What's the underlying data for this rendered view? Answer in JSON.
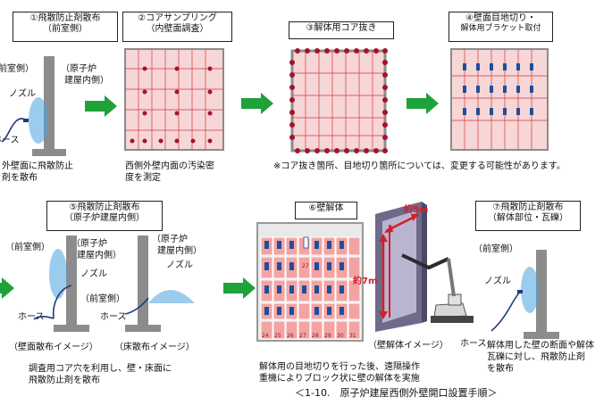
{
  "steps": {
    "s1": {
      "title_line1": "①飛散防止剤散布",
      "title_line2": "（前室側）",
      "label_front": "（前室側）",
      "label_reactor_1": "（原子炉",
      "label_reactor_2": "建屋内側）",
      "label_nozzle": "ノズル",
      "label_hose": "ホース",
      "caption_line1": "外壁面に飛散防止",
      "caption_line2": "剤を散布"
    },
    "s2": {
      "title_line1": "②コアサンプリング",
      "title_line2": "（内壁面調査）",
      "caption_line1": "西側外壁内面の汚染密",
      "caption_line2": "度を測定"
    },
    "s3": {
      "title": "③解体用コア抜き"
    },
    "s4": {
      "title_line1": "④壁面目地切り・",
      "title_line2": "解体用ブラケット取付"
    },
    "note": "※コア抜き箇所、目地切り箇所については、変更する可能性があります。",
    "s5": {
      "title_line1": "⑤飛散防止剤散布",
      "title_line2": "（原子炉建屋内側）",
      "label_front": "（前室側）",
      "label_reactor_1": "（原子炉",
      "label_reactor_2": "建屋内側）",
      "label_nozzle": "ノズル",
      "label_front2": "（前室側）",
      "label_hose": "ホース",
      "label_reactor_b1": "（原子炉",
      "label_reactor_b2": "建屋内側）",
      "label_nozzle_b": "ノズル",
      "label_hose_b": "ホース",
      "img_wall": "（壁面散布イメージ）",
      "img_floor": "（床散布イメージ）",
      "caption_line1": "調査用コア穴を利用し、壁・床面に",
      "caption_line2": "飛散防止剤を散布"
    },
    "s6": {
      "title": "⑥壁解体",
      "dim_width": "約5m",
      "dim_height": "約7m",
      "img_caption": "（壁解体イメージ）",
      "caption_line1": "解体用の目地切りを行った後、遠隔操作",
      "caption_line2": "重機によりブロック状に壁の解体を実施",
      "block_numbers": [
        "24",
        "25",
        "26",
        "27",
        "28",
        "29",
        "30",
        "31"
      ],
      "mid_number": "27"
    },
    "s7": {
      "title_line1": "⑦飛散防止剤散布",
      "title_line2": "（解体部位・瓦礫）",
      "label_front": "（前室側）",
      "label_nozzle": "ノズル",
      "label_hose": "ホース",
      "caption_line1": "解体用した壁の断面や解体",
      "caption_line2": "瓦礫に対し、飛散防止剤",
      "caption_line3": "を散布"
    },
    "figure_caption": "＜1-10.　原子炉建屋西側外壁開口設置手順＞"
  },
  "colors": {
    "arrow_green": "#1fa23a",
    "wall_gray": "#8c8c8c",
    "spray_blue": "#4aa3df",
    "grid_red": "#d9363e",
    "bracket_blue": "#1f4f9a",
    "block_pink": "#f4a3a3",
    "dim_red": "#d0202a"
  }
}
